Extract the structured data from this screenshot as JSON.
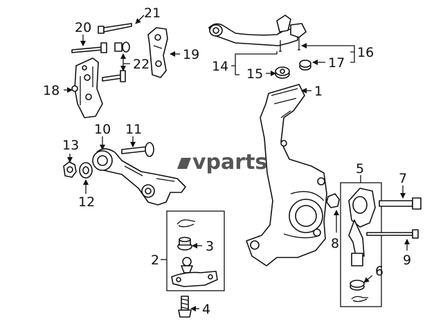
{
  "callouts": [
    "1",
    "2",
    "3",
    "4",
    "5",
    "6",
    "7",
    "8",
    "9",
    "10",
    "11",
    "12",
    "13",
    "14",
    "15",
    "16",
    "17",
    "18",
    "19",
    "20",
    "21",
    "22"
  ],
  "watermark": {
    "text": "vparts",
    "color": "#555555"
  },
  "colors": {
    "line": "#111111",
    "background": "#ffffff"
  }
}
